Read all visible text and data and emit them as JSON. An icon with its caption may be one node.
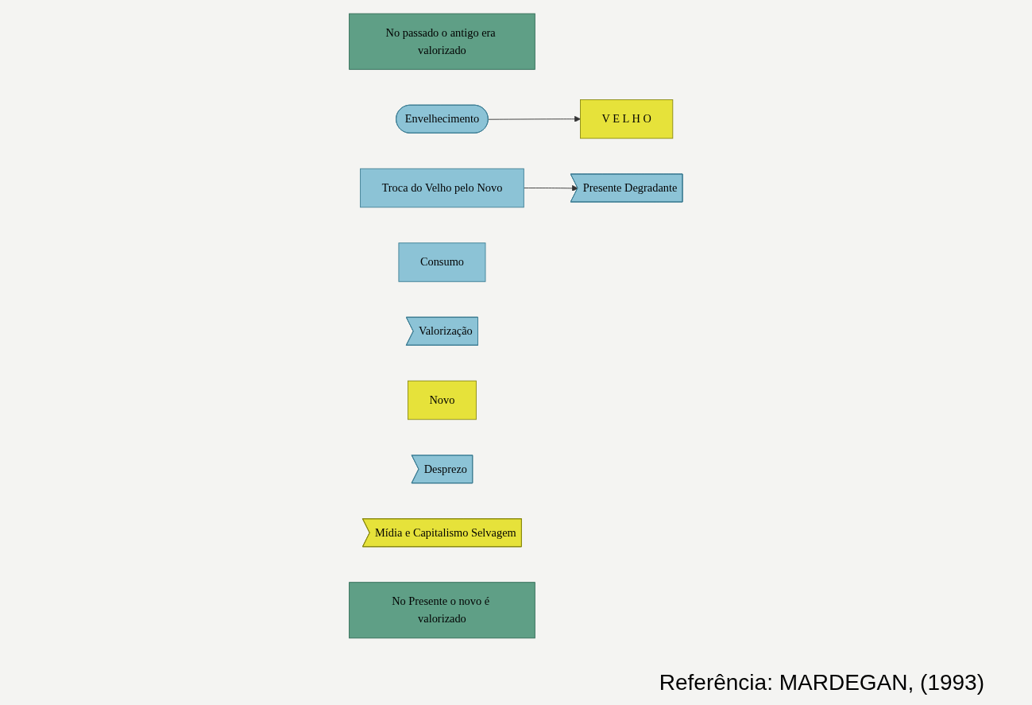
{
  "diagram": {
    "caption": "Referência: MARDEGAN, (1993)",
    "nodes": [
      {
        "text": [
          "No passado o antigo era valorizado"
        ]
      },
      {
        "text": [
          "Envelhecimento"
        ]
      },
      {
        "text": [
          "V E L H O"
        ]
      },
      {
        "text": [
          "Troca do Velho pelo Novo"
        ]
      },
      {
        "text": [
          "Presente Degradante"
        ]
      },
      {
        "text": [
          "Consumo"
        ]
      },
      {
        "text": [
          "Valorização"
        ]
      },
      {
        "text": [
          "Novo"
        ]
      },
      {
        "text": [
          "Desprezo"
        ]
      },
      {
        "text": [
          "Mídia e Capitalismo Selvagem"
        ]
      },
      {
        "text": [
          "No Presente o novo é valorizado"
        ]
      }
    ],
    "edges": [
      {
        "from": 1,
        "to": 2,
        "arrow": "to"
      },
      {
        "from": 3,
        "to": 4,
        "arrow": "to"
      }
    ]
  }
}
